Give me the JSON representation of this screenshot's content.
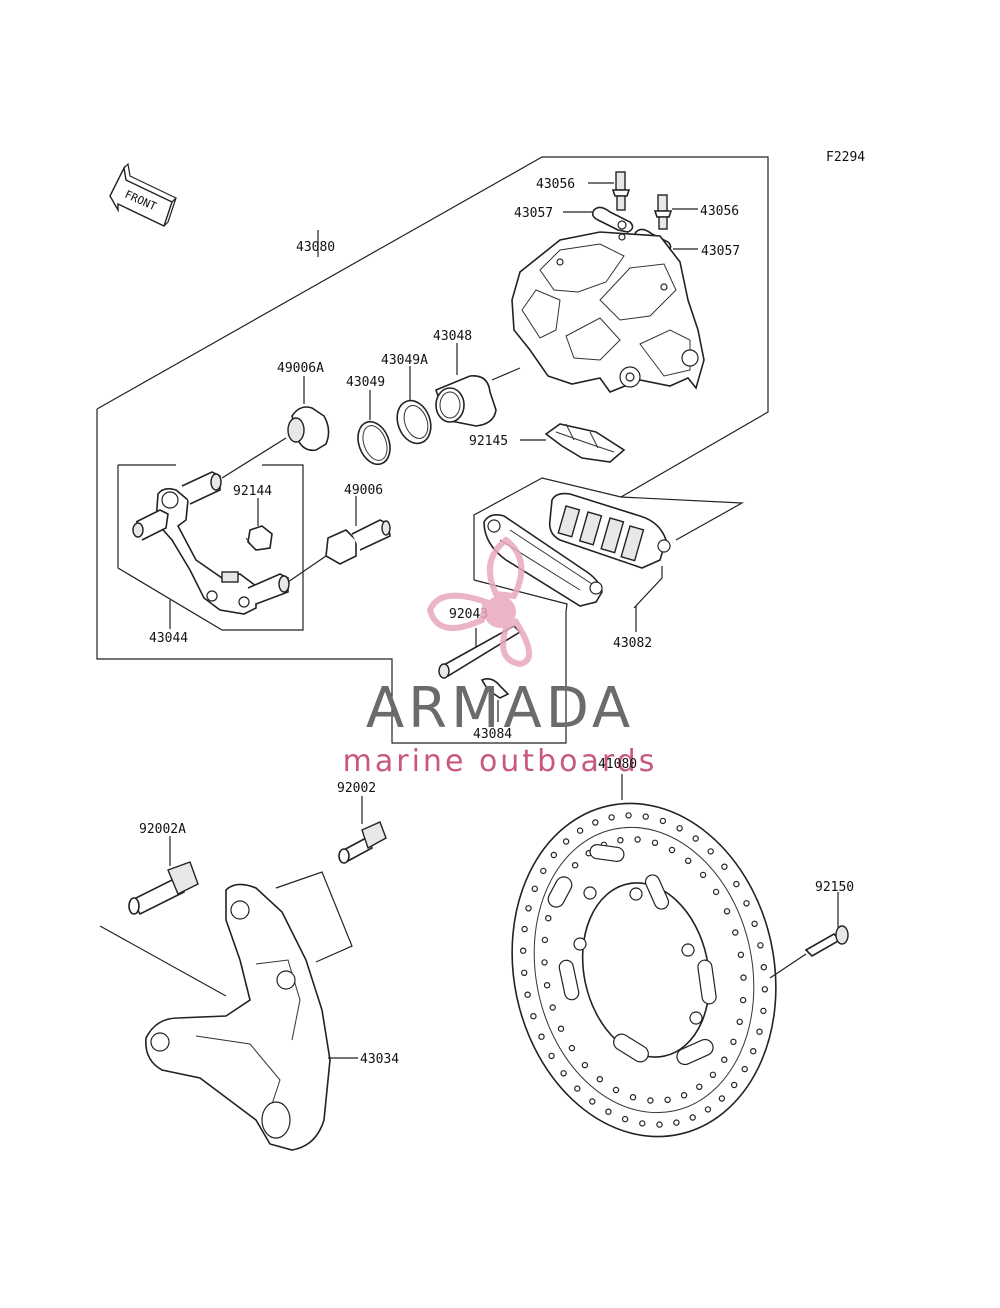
{
  "figure_code": "F2294",
  "front_arrow_text": "FRONT",
  "watermark": {
    "title": "ARMADA",
    "subtitle": "marine outboards",
    "colors": {
      "title": "#6b6b6b",
      "subtitle": "#c9587f",
      "logo": "#e8a7bf"
    }
  },
  "labels": {
    "p43056a": "43056",
    "p43056b": "43056",
    "p43057a": "43057",
    "p43057b": "43057",
    "p43080": "43080",
    "p43048": "43048",
    "p43049a": "43049A",
    "p43049": "43049",
    "p49006a": "49006A",
    "p92145": "92145",
    "p92144": "92144",
    "p49006": "49006",
    "p92043": "92043",
    "p43082": "43082",
    "p43044": "43044",
    "p43084": "43084",
    "p41080": "41080",
    "p92002": "92002",
    "p92002a": "92002A",
    "p92150": "92150",
    "p43034": "43034"
  }
}
